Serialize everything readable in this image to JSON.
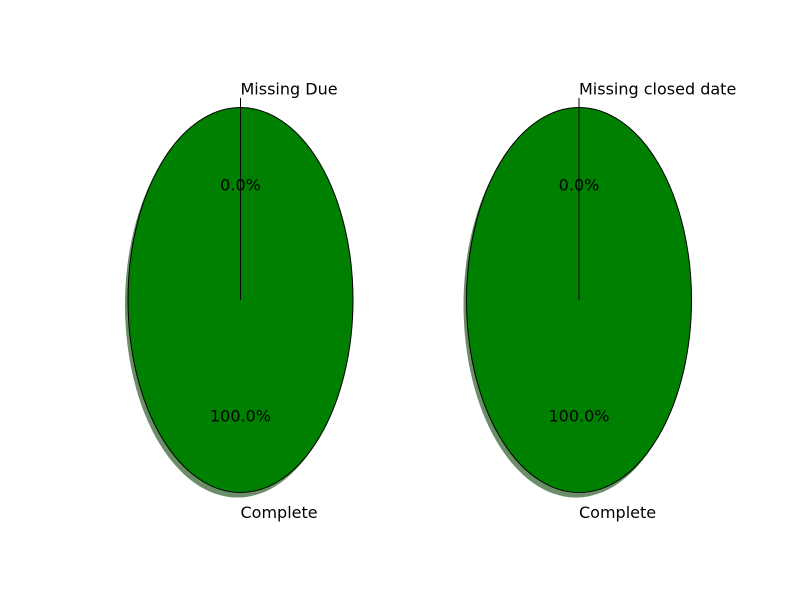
{
  "chart_data": [
    {
      "type": "pie",
      "categories": [
        "Complete",
        "Missing Due"
      ],
      "values": [
        100.0,
        0.0
      ],
      "value_labels": [
        "100.0%",
        "0.0%"
      ],
      "colors": [
        "#008000",
        "#ff0000"
      ],
      "edge_color": "#000000",
      "shadow": true,
      "legend": "none"
    },
    {
      "type": "pie",
      "categories": [
        "Complete",
        "Missing closed date"
      ],
      "values": [
        100.0,
        0.0
      ],
      "value_labels": [
        "100.0%",
        "0.0%"
      ],
      "colors": [
        "#008000",
        "#ff0000"
      ],
      "edge_color": "#000000",
      "shadow": true,
      "legend": "none"
    }
  ]
}
